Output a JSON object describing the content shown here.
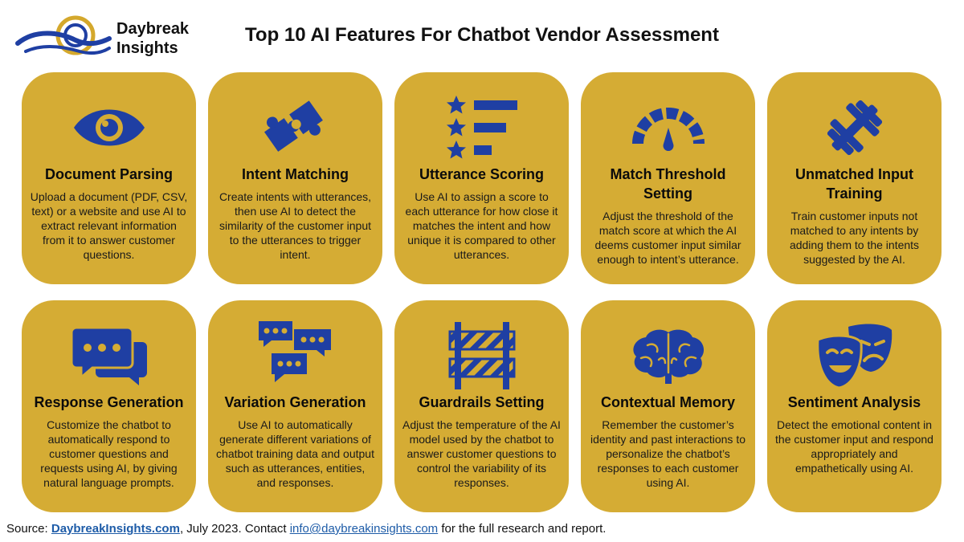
{
  "brand": {
    "line1": "Daybreak",
    "line2": "Insights",
    "colors": {
      "blue": "#1f3fa3",
      "gold": "#d4a82c",
      "card": "#d5ac34"
    }
  },
  "title": "Top 10 AI Features For Chatbot Vendor Assessment",
  "cards": [
    {
      "icon": "eye-icon",
      "title": "Document Parsing",
      "desc": "Upload a document (PDF, CSV, text) or a website and use AI to extract relevant information from it to answer customer questions."
    },
    {
      "icon": "puzzle-icon",
      "title": "Intent Matching",
      "desc": "Create intents with utterances, then use AI to detect the similarity of the customer input to the utterances to trigger intent."
    },
    {
      "icon": "star-rating-icon",
      "title": "Utterance Scoring",
      "desc": "Use AI to assign a score to each utterance for how close it matches the intent and how unique it is compared to other utterances."
    },
    {
      "icon": "gauge-icon",
      "title": "Match Threshold Setting",
      "desc": "Adjust the threshold of the match score at which the AI deems customer input similar enough to intent’s utterance."
    },
    {
      "icon": "dumbbell-icon",
      "title": "Unmatched Input Training",
      "desc": "Train customer inputs not matched to any intents by adding them to the intents suggested by the AI."
    },
    {
      "icon": "chat-bubbles-icon",
      "title": "Response Generation",
      "desc": "Customize the chatbot to automatically respond to customer questions and requests using AI, by giving natural language prompts."
    },
    {
      "icon": "multi-chat-icon",
      "title": "Variation Generation",
      "desc": "Use AI to automatically generate different variations of chatbot training data and output such as utterances, entities, and responses."
    },
    {
      "icon": "barrier-icon",
      "title": "Guardrails Setting",
      "desc": "Adjust the temperature of the AI model used by the chatbot to answer customer questions to control the variability of its responses."
    },
    {
      "icon": "brain-icon",
      "title": "Contextual Memory",
      "desc": "Remember the customer’s identity and past interactions to personalize the chatbot’s responses to each customer using AI."
    },
    {
      "icon": "theater-masks-icon",
      "title": "Sentiment Analysis",
      "desc": "Detect the emotional content in the customer input and respond appropriately and empathetically using AI."
    }
  ],
  "footer": {
    "prefix": "Source: ",
    "site_link": "DaybreakInsights.com",
    "middle": ", July 2023. Contact ",
    "email_link": "info@daybreakinsights.com",
    "suffix": " for the full research and report."
  }
}
